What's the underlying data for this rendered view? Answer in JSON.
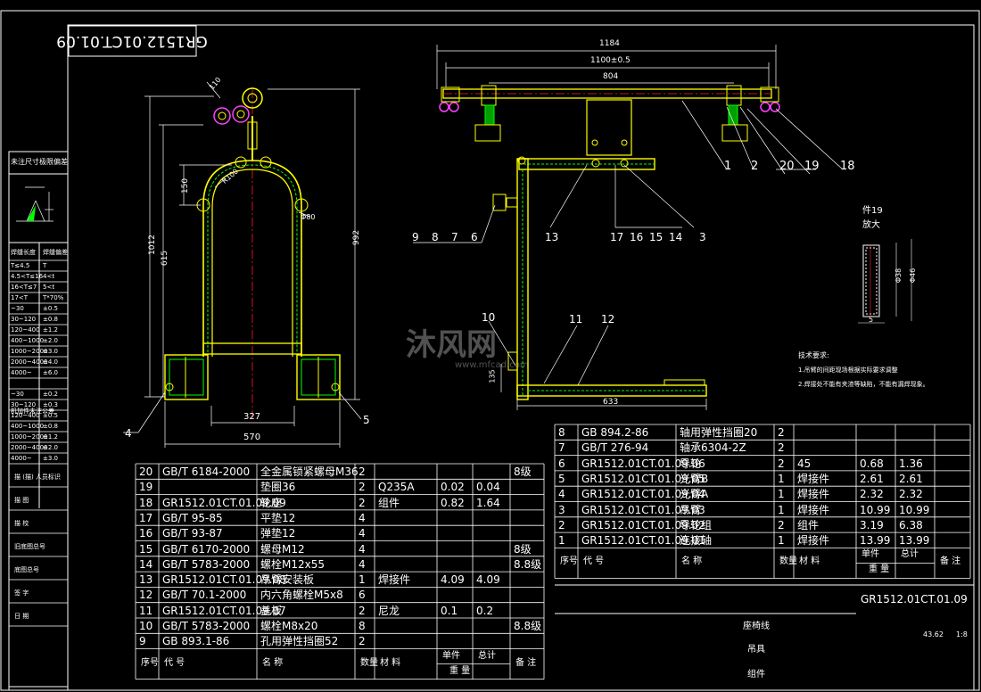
{
  "drawing_number": "GR1512.01CT.01.09",
  "watermark": "沐风网",
  "watermark_url": "www.mfcad.com",
  "tolerance_panel": {
    "title": "未注尺寸极限偏差",
    "col_headers": [
      "焊缝长度",
      "焊缝偏差"
    ],
    "rows_a": [
      [
        "T≤4.5",
        "T"
      ],
      [
        "4.5<T≤16",
        "4<t"
      ],
      [
        "16<T≤7",
        "5<t"
      ],
      [
        "17<T",
        "T*70%"
      ]
    ],
    "rows_b": [
      [
        "~30",
        "±0.5"
      ],
      [
        "30~120",
        "±0.8"
      ],
      [
        "120~400",
        "±1.2"
      ],
      [
        "400~1000",
        "±2.0"
      ],
      [
        "1000~2000",
        "±3.0"
      ],
      [
        "2000~4000",
        "±4.0"
      ],
      [
        "4000~",
        "±6.0"
      ]
    ],
    "sub_title": "机加件未注公差",
    "rows_c": [
      [
        "~30",
        "±0.2"
      ],
      [
        "30~120",
        "±0.3"
      ],
      [
        "120~400",
        "±0.5"
      ],
      [
        "400~1000",
        "±0.8"
      ],
      [
        "1000~2000",
        "±1.2"
      ],
      [
        "2000~4000",
        "±2.0"
      ],
      [
        "4000~",
        "±3.0"
      ]
    ],
    "footer": [
      "描 (描) 人员标识",
      "描 图",
      "描 校",
      "旧底图总号",
      "底图总号",
      "签 字",
      "日 期"
    ]
  },
  "dimensions": {
    "d1184": "1184",
    "d1100": "1100±0.5",
    "d804": "804",
    "d1012": "1012",
    "d615": "615",
    "d150": "150",
    "d992": "992",
    "d327": "327",
    "d570": "570",
    "d633": "633",
    "dR100": "R100",
    "d80": "Φ80",
    "d110": "110",
    "d38": "Φ38",
    "d46": "Φ46",
    "d5": "5",
    "d135": "135"
  },
  "balloons_top": [
    "1",
    "2",
    "20",
    "19",
    "18"
  ],
  "balloons_mid_left": [
    "9",
    "8",
    "7",
    "6"
  ],
  "balloons_mid_right": [
    "13",
    "17",
    "16",
    "15",
    "14",
    "3"
  ],
  "balloons_lower": [
    "10",
    "11",
    "12"
  ],
  "balloons_left": [
    "4",
    "5"
  ],
  "detail_label": [
    "件19",
    "放大"
  ],
  "tech_req": {
    "title": "技术要求:",
    "items": [
      "1.吊臂的间距现场根据实际要求调整",
      "2.焊接处不能有夹渣等缺陷，不能有漏焊现象。"
    ]
  },
  "bom_left": [
    [
      "20",
      "GB/T 6184-2000",
      "全金属锁紧螺母M36",
      "2",
      "",
      "",
      "",
      "8级"
    ],
    [
      "19",
      "",
      "垫圈36",
      "2",
      "Q235A",
      "0.02",
      "0.04",
      ""
    ],
    [
      "18",
      "GR1512.01CT.01.09.09",
      "轮座",
      "2",
      "组件",
      "0.82",
      "1.64",
      ""
    ],
    [
      "17",
      "GB/T 95-85",
      "平垫12",
      "4",
      "",
      "",
      "",
      ""
    ],
    [
      "16",
      "GB/T 93-87",
      "弹垫12",
      "4",
      "",
      "",
      "",
      ""
    ],
    [
      "15",
      "GB/T 6170-2000",
      "螺母M12",
      "4",
      "",
      "",
      "",
      "8级"
    ],
    [
      "14",
      "GB/T 5783-2000",
      "螺栓M12x55",
      "4",
      "",
      "",
      "",
      "8.8级"
    ],
    [
      "13",
      "GR1512.01CT.01.09.08",
      "吊臂安装板",
      "1",
      "焊接件",
      "4.09",
      "4.09",
      ""
    ],
    [
      "12",
      "GB/T 70.1-2000",
      "内六角螺栓M5x8",
      "6",
      "",
      "",
      "",
      ""
    ],
    [
      "11",
      "GR1512.01CT.01.09.07",
      "盖板",
      "2",
      "尼龙",
      "0.1",
      "0.2",
      ""
    ],
    [
      "10",
      "GB/T 5783-2000",
      "螺栓M8x20",
      "8",
      "",
      "",
      "",
      "8.8级"
    ],
    [
      "9",
      "GB 893.1-86",
      "孔用弹性挡圈52",
      "2",
      "",
      "",
      "",
      ""
    ]
  ],
  "bom_left_header": [
    "序号",
    "代 号",
    "名 称",
    "数量",
    "材 料",
    "单件",
    "总计",
    "备 注"
  ],
  "bom_weight_label": "重 量",
  "bom_right": [
    [
      "8",
      "GB 894.2-86",
      "轴用弹性挡圈20",
      "2",
      "",
      "",
      "",
      ""
    ],
    [
      "7",
      "GB/T 276-94",
      "轴承6304-2Z",
      "2",
      "",
      "",
      "",
      ""
    ],
    [
      "6",
      "GR1512.01CT.01.09.06",
      "导轮",
      "2",
      "45",
      "0.68",
      "1.36",
      ""
    ],
    [
      "5",
      "GR1512.01CT.01.09.05",
      "光臂B",
      "1",
      "焊接件",
      "2.61",
      "2.61",
      ""
    ],
    [
      "4",
      "GR1512.01CT.01.09.04",
      "光臂A",
      "1",
      "焊接件",
      "2.32",
      "2.32",
      ""
    ],
    [
      "3",
      "GR1512.01CT.01.09.03",
      "吊臂",
      "1",
      "焊接件",
      "10.99",
      "10.99",
      ""
    ],
    [
      "2",
      "GR1512.01CT.01.09.02",
      "导轮组",
      "2",
      "组件",
      "3.19",
      "6.38",
      ""
    ],
    [
      "1",
      "GR1512.01CT.01.09.01",
      "连接轴",
      "1",
      "焊接件",
      "13.99",
      "13.99",
      ""
    ]
  ],
  "bom_right_header": [
    "序号",
    "代 号",
    "名 称",
    "数量",
    "材 料",
    "单件",
    "总计",
    "备 注"
  ],
  "title_block": {
    "number": "GR1512.01CT.01.09",
    "line1": "座椅线",
    "line2": "吊具",
    "line3": "组件",
    "weight": "43.62",
    "scale": "1:8"
  },
  "colors": {
    "frame": "#ffffff",
    "part": "#ffff00",
    "hatch": "#00ff00",
    "center": "#ff2020",
    "magenta": "#ff40ff",
    "cyan": "#40c0ff"
  }
}
